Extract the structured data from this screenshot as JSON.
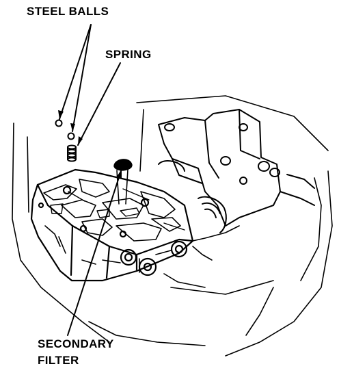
{
  "labels": {
    "steel_balls": "STEEL BALLS",
    "spring": "SPRING",
    "secondary_filter_line1": "SECONDARY",
    "secondary_filter_line2": "FILTER"
  },
  "colors": {
    "ink": "#000000",
    "paper": "#ffffff"
  }
}
